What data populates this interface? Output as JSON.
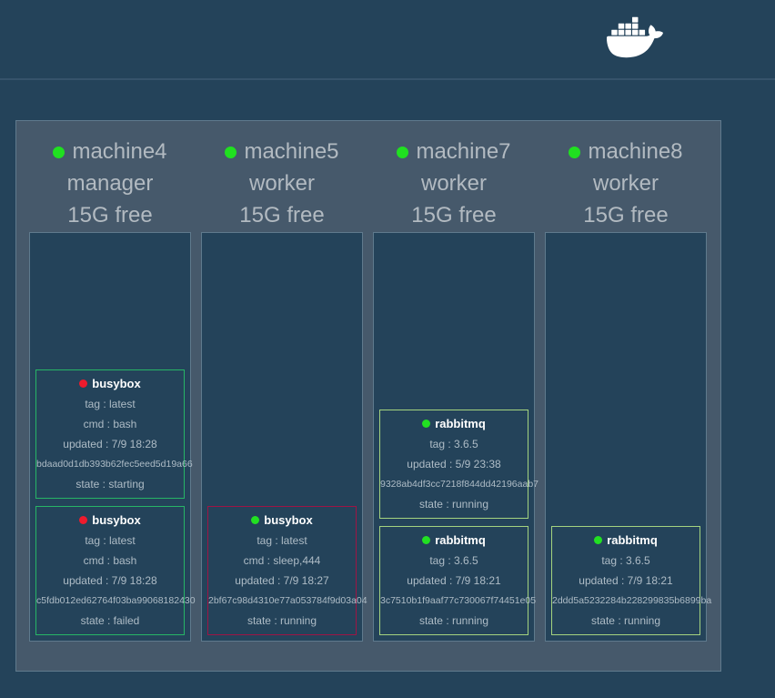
{
  "header": {
    "logo": "docker-whale"
  },
  "colors": {
    "background": "#24435a",
    "panel": "#46596b",
    "node_online": "#20e020",
    "container_running_dot": "#22e022",
    "container_failed_dot": "#ee1b2d",
    "border_green": "#27b566",
    "border_crimson": "#9e1545",
    "border_light_green": "#a4d37f"
  },
  "nodes": [
    {
      "name": "machine4",
      "role": "manager",
      "free": "15G free",
      "status_color": "#20e020",
      "containers": [
        {
          "name": "busybox",
          "dot_color": "#ee1b2d",
          "border_color": "#27b566",
          "tag": "tag : latest",
          "cmd": "cmd : bash",
          "updated": "updated : 7/9 18:28",
          "id": "bdaad0d1db393b62fec5eed5d19a66",
          "state": "state : starting"
        },
        {
          "name": "busybox",
          "dot_color": "#ee1b2d",
          "border_color": "#27b566",
          "tag": "tag : latest",
          "cmd": "cmd : bash",
          "updated": "updated : 7/9 18:28",
          "id": "c5fdb012ed62764f03ba99068182430",
          "state": "state : failed"
        }
      ]
    },
    {
      "name": "machine5",
      "role": "worker",
      "free": "15G free",
      "status_color": "#20e020",
      "containers": [
        {
          "name": "busybox",
          "dot_color": "#22e022",
          "border_color": "#9e1545",
          "tag": "tag : latest",
          "cmd": "cmd : sleep,444",
          "updated": "updated : 7/9 18:27",
          "id": "2bf67c98d4310e77a053784f9d03a04",
          "state": "state : running"
        }
      ]
    },
    {
      "name": "machine7",
      "role": "worker",
      "free": "15G free",
      "status_color": "#20e020",
      "containers": [
        {
          "name": "rabbitmq",
          "dot_color": "#22e022",
          "border_color": "#a4d37f",
          "tag": "tag : 3.6.5",
          "updated": "updated : 5/9 23:38",
          "id": "9328ab4df3cc7218f844dd42196aab7",
          "state": "state : running"
        },
        {
          "name": "rabbitmq",
          "dot_color": "#22e022",
          "border_color": "#a4d37f",
          "tag": "tag : 3.6.5",
          "updated": "updated : 7/9 18:21",
          "id": "3c7510b1f9aaf77c730067f74451e05",
          "state": "state : running"
        }
      ]
    },
    {
      "name": "machine8",
      "role": "worker",
      "free": "15G free",
      "status_color": "#20e020",
      "containers": [
        {
          "name": "rabbitmq",
          "dot_color": "#22e022",
          "border_color": "#a4d37f",
          "tag": "tag : 3.6.5",
          "updated": "updated : 7/9 18:21",
          "id": "2ddd5a5232284b228299835b6899ba",
          "state": "state : running"
        }
      ]
    }
  ]
}
